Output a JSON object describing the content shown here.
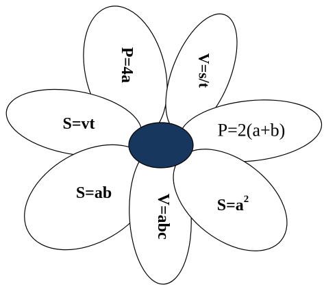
{
  "colors": {
    "petal_fill": "#ffffff",
    "outline": "#000000",
    "center_fill": "#17375e"
  },
  "petals": [
    {
      "formula": "P=4a"
    },
    {
      "formula": "V=s/t"
    },
    {
      "formula": "S=vt"
    },
    {
      "formula": "P=2(a+b)"
    },
    {
      "formula": "S=ab"
    },
    {
      "formula": "V=abc"
    },
    {
      "formula": "S=a",
      "superscript": "2"
    }
  ]
}
